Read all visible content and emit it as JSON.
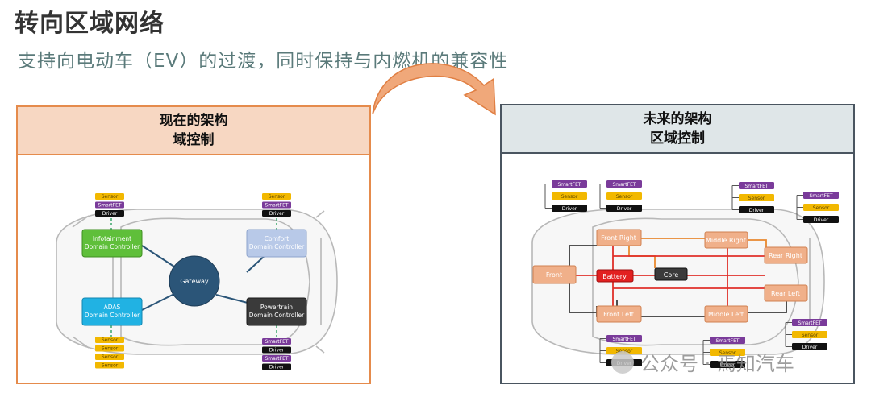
{
  "title": "转向区域网络",
  "subtitle": "支持向电动车（EV）的过渡，同时保持与内燃机的兼容性",
  "left_panel": {
    "heading_line1": "现在的架构",
    "heading_line2": "域控制",
    "gateway": "Gateway",
    "infotainment": [
      "Infotainment",
      "Domain Controller"
    ],
    "comfort": [
      "Comfort",
      "Domain Controller"
    ],
    "adas": [
      "ADAS",
      "Domain Controller"
    ],
    "powertrain": [
      "Powertrain",
      "Domain Controller"
    ],
    "stack_top_left": [
      "Sensor",
      "SmartFET",
      "Driver"
    ],
    "stack_top_right": [
      "Sensor",
      "SmartFET",
      "Driver"
    ],
    "stack_bottom_left": [
      "Sensor",
      "Sensor",
      "Sensor",
      "Sensor"
    ],
    "stack_bottom_right": [
      "SmartFET",
      "Driver",
      "SmartFET",
      "Driver"
    ]
  },
  "right_panel": {
    "heading_line1": "未来的架构",
    "heading_line2": "区域控制",
    "zones": {
      "front": "Front",
      "front_right": "Front Right",
      "front_left": "Front Left",
      "middle_right": "Middle Right",
      "middle_left": "Middle Left",
      "rear_right": "Rear Right",
      "rear_left": "Rear Left",
      "core": "Core",
      "battery": "Battery"
    },
    "stack_1": [
      "SmartFET",
      "Sensor",
      "Driver"
    ],
    "stack_2": [
      "SmartFET",
      "Sensor",
      "Driver"
    ],
    "stack_3": [
      "SmartFET",
      "Sensor",
      "Driver"
    ],
    "stack_4": [
      "SmartFET",
      "Sensor",
      "Driver"
    ],
    "stack_5": [
      "SmartFET",
      "Sensor",
      "Driver"
    ],
    "stack_6": [
      "SmartFET",
      "Sensor",
      "Driver"
    ],
    "stack_7": [
      "SmartFET",
      "Sensor",
      "Driver"
    ]
  },
  "watermark": "公众号 · 焉知汽车",
  "colors": {
    "sensor": "#f2b800",
    "smartfet": "#7a3b9a",
    "driver": "#111111",
    "infotainment": "#5fbf3a",
    "comfort": "#b8c9e8",
    "adas": "#21b2e3",
    "powertrain": "#3a3a3a",
    "gateway": "#2b5578",
    "zone": "#f0b08a",
    "battery": "#e22020",
    "core": "#3b3b3b",
    "link": "#2b5578",
    "wire_red": "#e0302a",
    "wire_orange": "#e8892f"
  }
}
